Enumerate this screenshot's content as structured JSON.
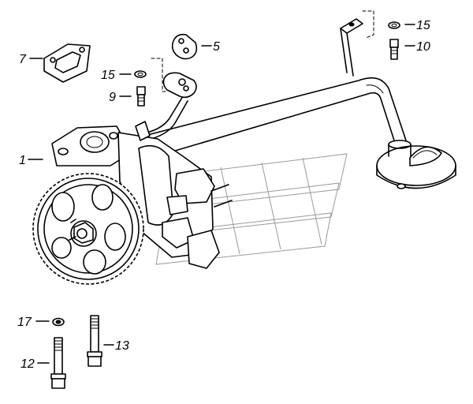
{
  "labels": {
    "l1": "1",
    "l5": "5",
    "l7": "7",
    "l9": "9",
    "l10": "10",
    "l12": "12",
    "l13": "13",
    "l15a": "15",
    "l15b": "15",
    "l17": "17"
  }
}
